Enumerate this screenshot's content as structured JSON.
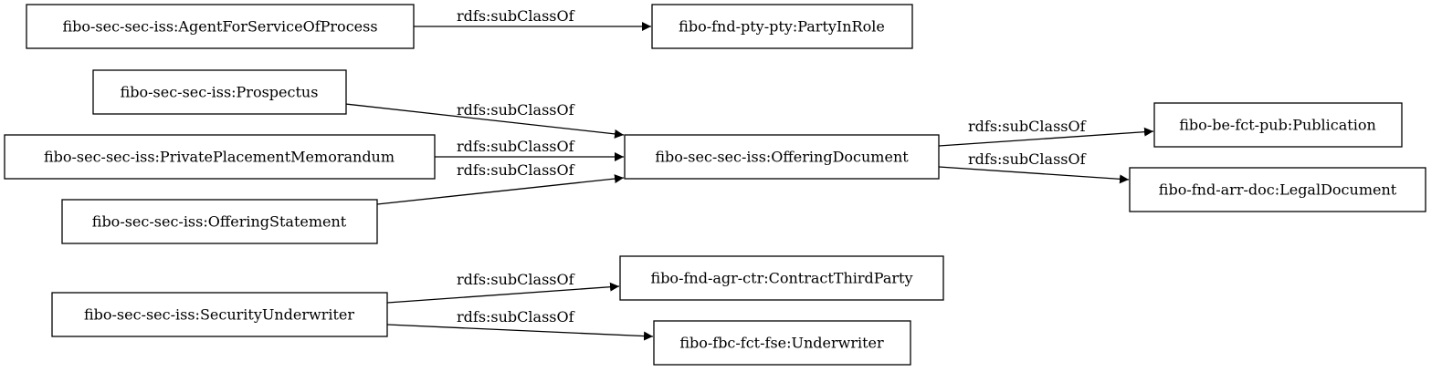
{
  "diagram": {
    "nodes": [
      {
        "id": "n1",
        "label": "fibo-sec-sec-iss:AgentForServiceOfProcess"
      },
      {
        "id": "n2",
        "label": "fibo-fnd-pty-pty:PartyInRole"
      },
      {
        "id": "n3",
        "label": "fibo-sec-sec-iss:Prospectus"
      },
      {
        "id": "n4",
        "label": "fibo-sec-sec-iss:PrivatePlacementMemorandum"
      },
      {
        "id": "n5",
        "label": "fibo-sec-sec-iss:OfferingStatement"
      },
      {
        "id": "n6",
        "label": "fibo-sec-sec-iss:OfferingDocument"
      },
      {
        "id": "n7",
        "label": "fibo-be-fct-pub:Publication"
      },
      {
        "id": "n8",
        "label": "fibo-fnd-arr-doc:LegalDocument"
      },
      {
        "id": "n9",
        "label": "fibo-sec-sec-iss:SecurityUnderwriter"
      },
      {
        "id": "n10",
        "label": "fibo-fnd-agr-ctr:ContractThirdParty"
      },
      {
        "id": "n11",
        "label": "fibo-fbc-fct-fse:Underwriter"
      }
    ],
    "edges": [
      {
        "id": "e1",
        "from": "n1",
        "to": "n2",
        "label": "rdfs:subClassOf"
      },
      {
        "id": "e2",
        "from": "n3",
        "to": "n6",
        "label": "rdfs:subClassOf"
      },
      {
        "id": "e3",
        "from": "n4",
        "to": "n6",
        "label": "rdfs:subClassOf"
      },
      {
        "id": "e4",
        "from": "n5",
        "to": "n6",
        "label": "rdfs:subClassOf"
      },
      {
        "id": "e5",
        "from": "n6",
        "to": "n7",
        "label": "rdfs:subClassOf"
      },
      {
        "id": "e6",
        "from": "n6",
        "to": "n8",
        "label": "rdfs:subClassOf"
      },
      {
        "id": "e7",
        "from": "n9",
        "to": "n10",
        "label": "rdfs:subClassOf"
      },
      {
        "id": "e8",
        "from": "n9",
        "to": "n11",
        "label": "rdfs:subClassOf"
      }
    ]
  }
}
